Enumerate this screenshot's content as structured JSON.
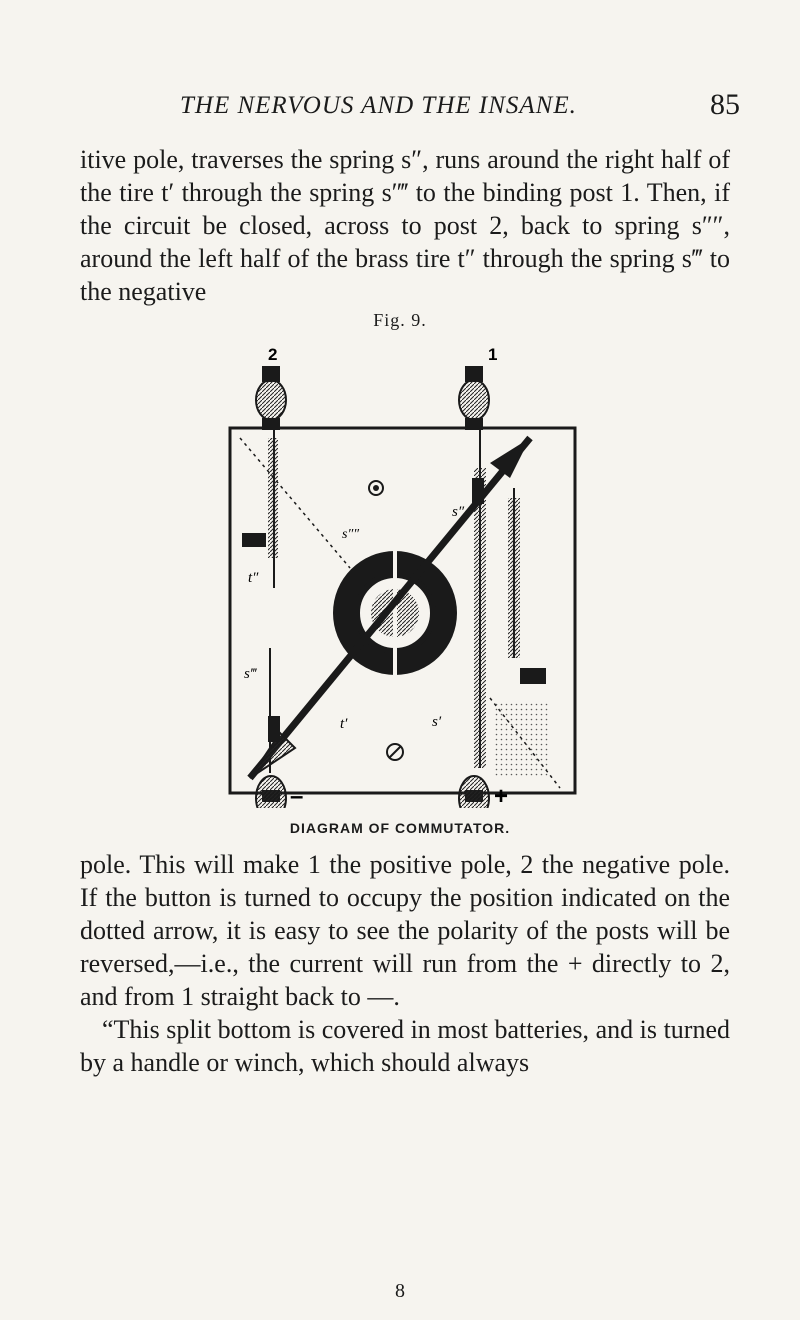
{
  "header": {
    "running_head": "THE NERVOUS AND THE INSANE.",
    "page_number": "85"
  },
  "paragraphs_top": [
    "itive pole, traverses the spring s″, runs around the right half of the tire t′ through the spring s′‴ to the binding post 1. Then, if the circuit be closed, across to post 2, back to spring s″″, around the left half of the brass tire t″ through the spring s‴ to the negative"
  ],
  "figure": {
    "label": "Fig. 9.",
    "caption": "DIAGRAM OF COMMUTATOR.",
    "post_labels": {
      "top_left": "2",
      "top_right": "1",
      "bottom_left": "–",
      "bottom_right": "+"
    },
    "part_labels": {
      "s_double": "s″",
      "s_quad": "s″″",
      "t_double": "t″",
      "s_triple": "s‴",
      "t_single": "t′",
      "s_single": "s′"
    }
  },
  "paragraphs_bottom": [
    "pole. This will make 1 the positive pole, 2 the negative pole. If the button is turned to occupy the position indicated on the dotted arrow, it is easy to see the polarity of the posts will be reversed,—i.e., the current will run from the + directly to 2, and from 1 straight back to —.",
    "“This split bottom is covered in most batteries, and is turned by a handle or winch, which should always"
  ],
  "signature_mark": "8"
}
